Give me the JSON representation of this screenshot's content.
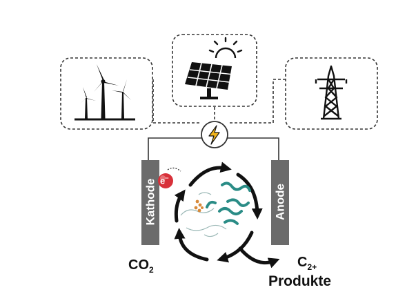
{
  "sources": [
    {
      "name": "wind-turbines",
      "icon": "wind-turbine-icon"
    },
    {
      "name": "solar-panel",
      "icon": "solar-panel-icon"
    },
    {
      "name": "power-grid",
      "icon": "transmission-tower-icon"
    }
  ],
  "power": {
    "icon": "lightning-bolt-icon",
    "color": "#f2b51c"
  },
  "cathode": {
    "label": "Kathode",
    "color": "#6b6b6b"
  },
  "anode": {
    "label": "Anode",
    "color": "#6b6b6b"
  },
  "electron": {
    "label": "e",
    "charge": "−",
    "color": "#d8313a"
  },
  "enzyme": {
    "icon": "protein-structure-icon",
    "color": "#2a8c86"
  },
  "input": {
    "formula": "CO",
    "subscript": "2"
  },
  "output": {
    "formula": "C",
    "subscript": "2+",
    "label": "Produkte"
  }
}
